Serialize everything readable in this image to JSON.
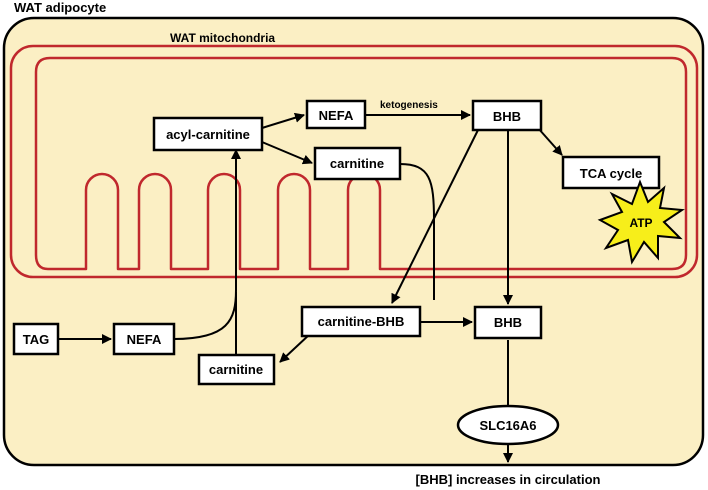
{
  "labels": {
    "cell": "WAT adipocyte",
    "mitochondria": "WAT mitochondria",
    "ketogenesis": "ketogenesis",
    "output": "[BHB] increases in circulation"
  },
  "nodes": {
    "nefa_mito": "NEFA",
    "bhb_mito": "BHB",
    "acyl_carnitine": "acyl-carnitine",
    "carnitine_mito": "carnitine",
    "tca_cycle": "TCA cycle",
    "atp": "ATP",
    "tag": "TAG",
    "nefa_cyto": "NEFA",
    "carnitine_bhb": "carnitine-BHB",
    "bhb_cyto": "BHB",
    "carnitine_cyto": "carnitine",
    "transporter": "SLC16A6"
  },
  "colors": {
    "cell_fill": "#fbefc4",
    "membrane": "#c0282d",
    "atp_fill": "#f7ee1a",
    "node_fill": "#ffffff",
    "stroke": "#000000"
  }
}
